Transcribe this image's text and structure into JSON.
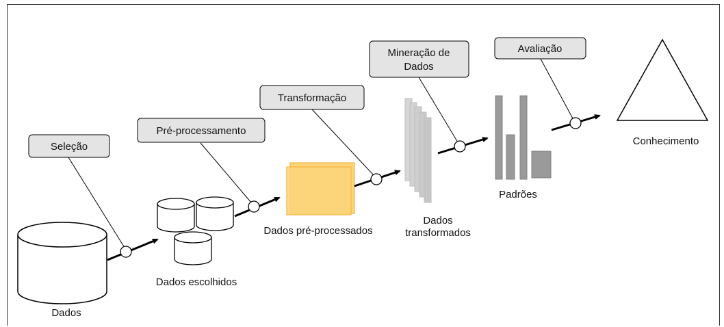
{
  "stages": [
    {
      "id": "selecao",
      "label": "Seleção"
    },
    {
      "id": "preprocessamento",
      "label": "Pré-processamento"
    },
    {
      "id": "transformacao",
      "label": "Transformação"
    },
    {
      "id": "mineracao",
      "label_line1": "Mineração de",
      "label_line2": "Dados"
    },
    {
      "id": "avaliacao",
      "label": "Avaliação"
    }
  ],
  "artifacts": {
    "dados": "Dados",
    "dados_escolhidos": "Dados escolhidos",
    "dados_preprocessados": "Dados pré-processados",
    "dados_transformados_line1": "Dados",
    "dados_transformados_line2": "transformados",
    "padroes": "Padrões",
    "conhecimento": "Conhecimento"
  },
  "colors": {
    "stage_box_fill": "#e4e4e4",
    "preprocessed_fill": "#fcd57a",
    "preprocessed_stroke": "#f2b540",
    "transformed_fill": "#cfcfcf",
    "pattern_fill": "#9a9a9a"
  }
}
